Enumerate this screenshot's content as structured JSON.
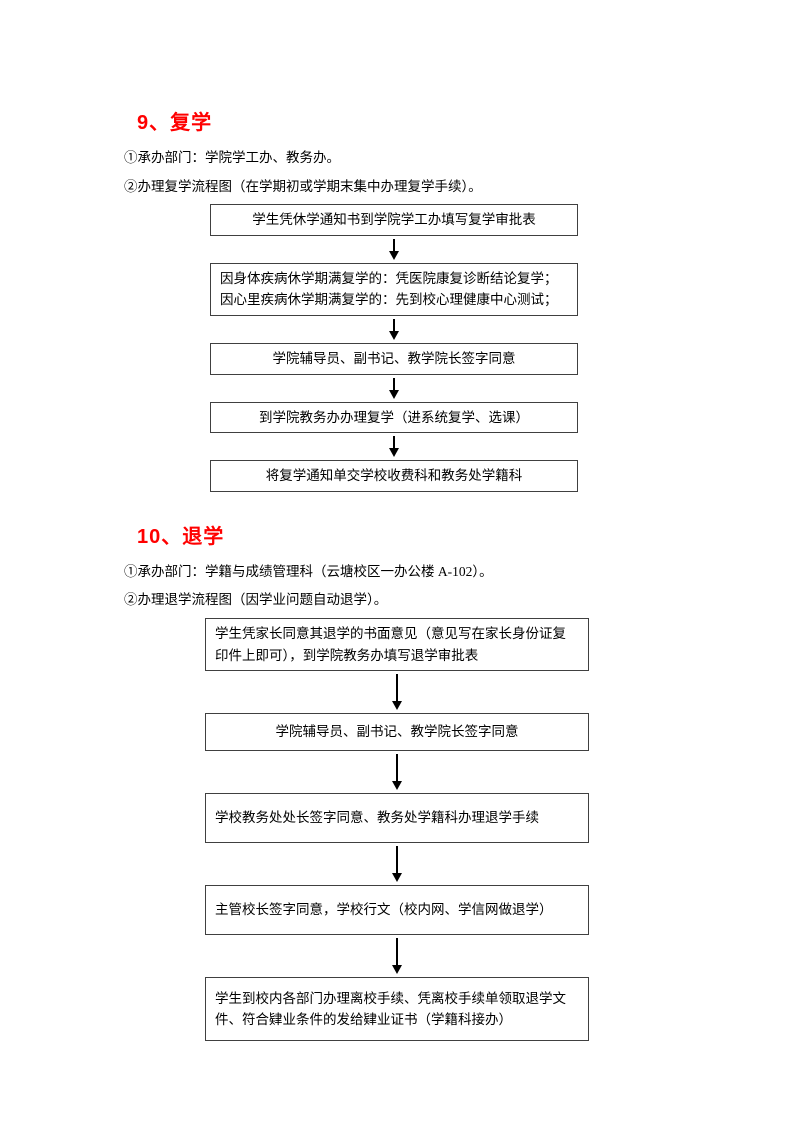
{
  "page": {
    "background": "#ffffff",
    "heading_color": "#ff0000",
    "box_border_color": "#404040"
  },
  "sections": [
    {
      "title": "9、复学",
      "dept_line": "①承办部门：学院学工办、教务办。",
      "flow_line": "②办理复学流程图（在学期初或学期末集中办理复学手续）。",
      "flow": [
        {
          "text": "学生凭休学通知书到学院学工办填写复学审批表",
          "align": "center"
        },
        {
          "text": "因身体疾病休学期满复学的：凭医院康复诊断结论复学；\n因心里疾病休学期满复学的：先到校心理健康中心测试；",
          "align": "left"
        },
        {
          "text": "学院辅导员、副书记、教学院长签字同意",
          "align": "center"
        },
        {
          "text": "到学院教务办办理复学（进系统复学、选课）",
          "align": "center"
        },
        {
          "text": "将复学通知单交学校收费科和教务处学籍科",
          "align": "center"
        }
      ]
    },
    {
      "title": "10、退学",
      "dept_line": "①承办部门：学籍与成绩管理科（云塘校区一办公楼 A-102）。",
      "flow_line": "②办理退学流程图（因学业问题自动退学）。",
      "flow": [
        {
          "text": "学生凭家长同意其退学的书面意见（意见写在家长身份证复印件上即可），到学院教务办填写退学审批表",
          "align": "left"
        },
        {
          "text": "学院辅导员、副书记、教学院长签字同意",
          "align": "center"
        },
        {
          "text": "学校教务处处长签字同意、教务处学籍科办理退学手续",
          "align": "left"
        },
        {
          "text": "主管校长签字同意，学校行文（校内网、学信网做退学）",
          "align": "left"
        },
        {
          "text": "学生到校内各部门办理离校手续、凭离校手续单领取退学文件、符合肄业条件的发给肄业证书（学籍科接办）",
          "align": "left"
        }
      ]
    }
  ]
}
